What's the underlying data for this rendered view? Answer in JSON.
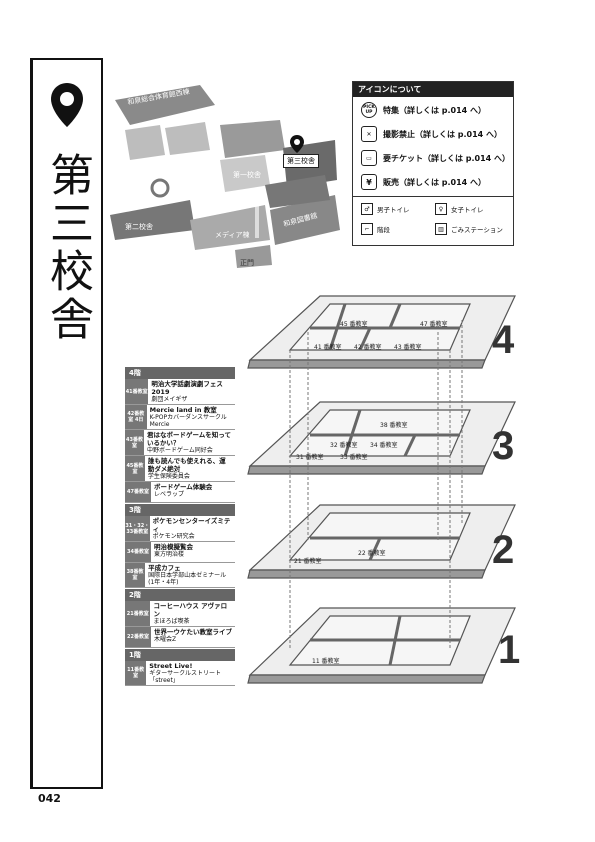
{
  "sidebar": {
    "title": "第三校舎",
    "page_number": "042"
  },
  "map": {
    "labels": {
      "top_bldg": "和泉総合体育館西棟",
      "here": "第三校舎",
      "first": "第一校舎",
      "second": "第二校舎",
      "media": "メディア棟",
      "library": "和泉図書館",
      "gate": "正門"
    }
  },
  "legend": {
    "title": "アイコンについて",
    "items": [
      {
        "icon": "PICK UP",
        "label": "特集（詳しくは p.014 へ）"
      },
      {
        "icon": "camera-off-icon",
        "label": "撮影禁止（詳しくは p.014 へ）"
      },
      {
        "icon": "ticket-icon",
        "label": "要チケット（詳しくは p.014 へ）"
      },
      {
        "icon": "¥",
        "label": "販売（詳しくは p.014 へ）"
      }
    ],
    "small": [
      {
        "icon": "male-toilet-icon",
        "label": "男子トイレ"
      },
      {
        "icon": "female-toilet-icon",
        "label": "女子トイレ"
      },
      {
        "icon": "stairs-icon",
        "label": "階段"
      },
      {
        "icon": "trash-icon",
        "label": "ごみステーション"
      }
    ]
  },
  "events": [
    {
      "floor": "4階",
      "items": [
        {
          "room": "41番教室",
          "title": "明治大学話劇演劇フェス2019",
          "sub": "劇団メイギザ"
        },
        {
          "room": "42番教室 4日",
          "title": "Mercie land in 教室",
          "sub": "K-POPカバーダンスサークル Mercie"
        },
        {
          "room": "43番教室",
          "title": "君はなボードゲームを知っているかい？",
          "sub": "中野ボードゲーム同好会"
        },
        {
          "room": "45番教室",
          "title": "誰も読んでも使えれる、運動ダメ絶対",
          "sub": "学生保険委員会"
        },
        {
          "room": "47番教室",
          "title": "ボードゲーム体験会",
          "sub": "レベラップ"
        }
      ]
    },
    {
      "floor": "3階",
      "items": [
        {
          "room": "31・32・33番教室",
          "title": "ポケモンセンターイズミティ",
          "sub": "ポケモン研究会"
        },
        {
          "room": "34番教室",
          "title": "明治模擬覧会",
          "sub": "東方明治楼"
        },
        {
          "room": "38番教室",
          "title": "平成カフェ",
          "sub": "国際日本学部山本ゼミナール(1年・4年)"
        }
      ]
    },
    {
      "floor": "2階",
      "items": [
        {
          "room": "21番教室",
          "title": "コーヒーハウス アヴァロン",
          "sub": "まほろば喫茶"
        },
        {
          "room": "22番教室",
          "title": "世界一ウケたい教室ライブ",
          "sub": "木曜会Z"
        }
      ]
    },
    {
      "floor": "1階",
      "items": [
        {
          "room": "11番教室",
          "title": "Street Live!",
          "sub": "ギターサークルストリート「street」"
        }
      ]
    }
  ],
  "floor_numbers": [
    "4",
    "3",
    "2",
    "1"
  ],
  "rooms": {
    "f4": [
      "45 番教室",
      "47 番教室",
      "41 番教室",
      "42 番教室",
      "43 番教室"
    ],
    "f3": [
      "38 番教室",
      "32 番教室",
      "34 番教室",
      "31 番教室",
      "33 番教室"
    ],
    "f2": [
      "21 番教室",
      "22 番教室"
    ],
    "f1": [
      "11 番教室"
    ]
  }
}
